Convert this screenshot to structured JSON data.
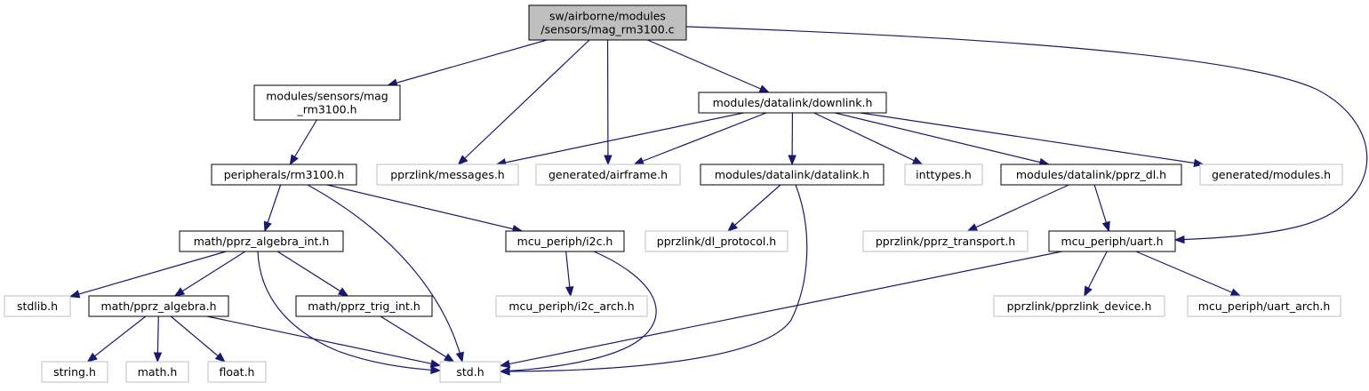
{
  "graph": {
    "colors": {
      "edge": "#191970",
      "root_fill": "#bfbfbf",
      "project_border": "#000000",
      "external_border": "#bfbfbf"
    },
    "nodes": [
      {
        "id": "root",
        "kind": "root",
        "lines": [
          "sw/airborne/modules",
          "/sensors/mag_rm3100.c"
        ]
      },
      {
        "id": "mag_h",
        "kind": "proj",
        "lines": [
          "modules/sensors/mag",
          "_rm3100.h"
        ]
      },
      {
        "id": "messages",
        "kind": "ext",
        "lines": [
          "pprzlink/messages.h"
        ]
      },
      {
        "id": "airframe",
        "kind": "ext",
        "lines": [
          "generated/airframe.h"
        ]
      },
      {
        "id": "downlink",
        "kind": "proj",
        "lines": [
          "modules/datalink/downlink.h"
        ]
      },
      {
        "id": "rm3100_h",
        "kind": "proj",
        "lines": [
          "peripherals/rm3100.h"
        ]
      },
      {
        "id": "datalink",
        "kind": "proj",
        "lines": [
          "modules/datalink/datalink.h"
        ]
      },
      {
        "id": "inttypes",
        "kind": "ext",
        "lines": [
          "inttypes.h"
        ]
      },
      {
        "id": "pprz_dl",
        "kind": "proj",
        "lines": [
          "modules/datalink/pprz_dl.h"
        ]
      },
      {
        "id": "gen_modules",
        "kind": "ext",
        "lines": [
          "generated/modules.h"
        ]
      },
      {
        "id": "alg_int",
        "kind": "proj",
        "lines": [
          "math/pprz_algebra_int.h"
        ]
      },
      {
        "id": "i2c",
        "kind": "proj",
        "lines": [
          "mcu_periph/i2c.h"
        ]
      },
      {
        "id": "dl_protocol",
        "kind": "ext",
        "lines": [
          "pprzlink/dl_protocol.h"
        ]
      },
      {
        "id": "pprz_transport",
        "kind": "ext",
        "lines": [
          "pprzlink/pprz_transport.h"
        ]
      },
      {
        "id": "uart",
        "kind": "proj",
        "lines": [
          "mcu_periph/uart.h"
        ]
      },
      {
        "id": "stdlib",
        "kind": "ext",
        "lines": [
          "stdlib.h"
        ]
      },
      {
        "id": "pprz_algebra",
        "kind": "proj",
        "lines": [
          "math/pprz_algebra.h"
        ]
      },
      {
        "id": "trig_int",
        "kind": "proj",
        "lines": [
          "math/pprz_trig_int.h"
        ]
      },
      {
        "id": "i2c_arch",
        "kind": "ext",
        "lines": [
          "mcu_periph/i2c_arch.h"
        ]
      },
      {
        "id": "pprzlink_device",
        "kind": "ext",
        "lines": [
          "pprzlink/pprzlink_device.h"
        ]
      },
      {
        "id": "uart_arch",
        "kind": "ext",
        "lines": [
          "mcu_periph/uart_arch.h"
        ]
      },
      {
        "id": "string",
        "kind": "ext",
        "lines": [
          "string.h"
        ]
      },
      {
        "id": "math",
        "kind": "ext",
        "lines": [
          "math.h"
        ]
      },
      {
        "id": "float",
        "kind": "ext",
        "lines": [
          "float.h"
        ]
      },
      {
        "id": "std",
        "kind": "ext",
        "lines": [
          "std.h"
        ]
      }
    ],
    "edges": [
      [
        "root",
        "mag_h"
      ],
      [
        "root",
        "messages"
      ],
      [
        "root",
        "airframe"
      ],
      [
        "root",
        "downlink"
      ],
      [
        "root",
        "uart"
      ],
      [
        "mag_h",
        "rm3100_h"
      ],
      [
        "downlink",
        "messages"
      ],
      [
        "downlink",
        "airframe"
      ],
      [
        "downlink",
        "datalink"
      ],
      [
        "downlink",
        "inttypes"
      ],
      [
        "downlink",
        "pprz_dl"
      ],
      [
        "downlink",
        "gen_modules"
      ],
      [
        "rm3100_h",
        "alg_int"
      ],
      [
        "rm3100_h",
        "i2c"
      ],
      [
        "rm3100_h",
        "std"
      ],
      [
        "datalink",
        "dl_protocol"
      ],
      [
        "datalink",
        "std"
      ],
      [
        "pprz_dl",
        "pprz_transport"
      ],
      [
        "pprz_dl",
        "uart"
      ],
      [
        "alg_int",
        "stdlib"
      ],
      [
        "alg_int",
        "pprz_algebra"
      ],
      [
        "alg_int",
        "trig_int"
      ],
      [
        "alg_int",
        "std"
      ],
      [
        "i2c",
        "i2c_arch"
      ],
      [
        "i2c",
        "std"
      ],
      [
        "uart",
        "std"
      ],
      [
        "uart",
        "pprzlink_device"
      ],
      [
        "uart",
        "uart_arch"
      ],
      [
        "pprz_algebra",
        "string"
      ],
      [
        "pprz_algebra",
        "math"
      ],
      [
        "pprz_algebra",
        "float"
      ],
      [
        "pprz_algebra",
        "std"
      ],
      [
        "trig_int",
        "std"
      ]
    ]
  }
}
